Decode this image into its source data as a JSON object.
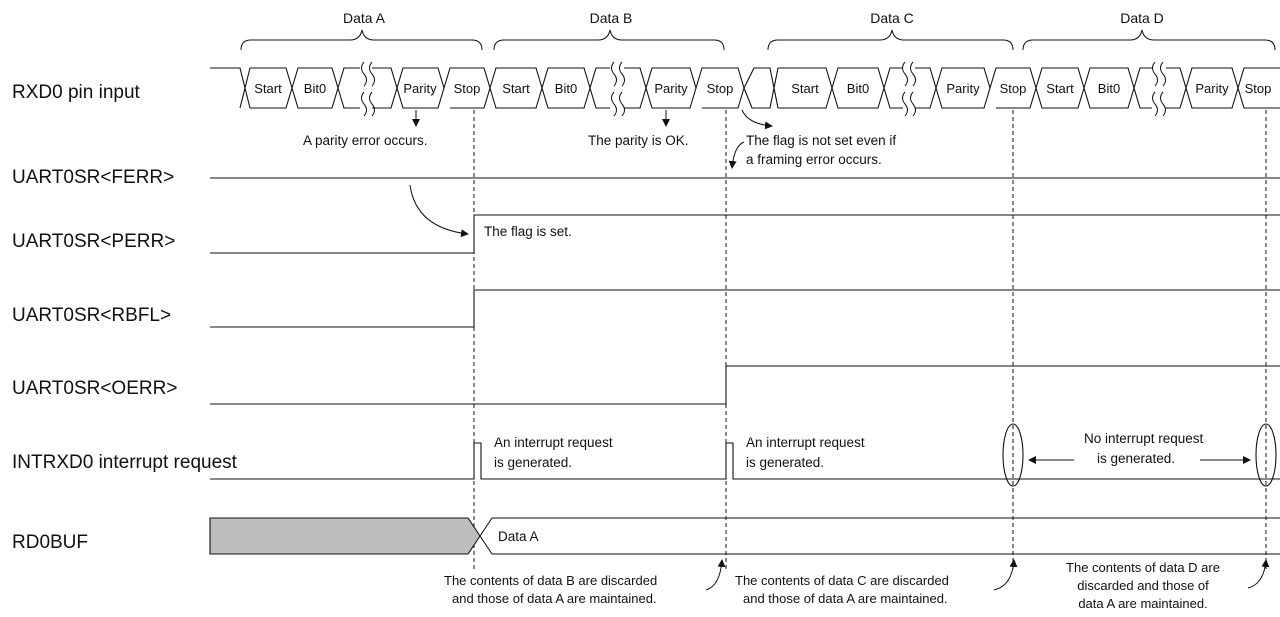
{
  "signals": {
    "rxd0": "RXD0 pin input",
    "ferr": "UART0SR<FERR>",
    "perr": "UART0SR<PERR>",
    "rbfl": "UART0SR<RBFL>",
    "oerr": "UART0SR<OERR>",
    "intrxd0": "INTRXD0 interrupt request",
    "rd0buf": "RD0BUF"
  },
  "groups": [
    "Data A",
    "Data B",
    "Data C",
    "Data D"
  ],
  "bits": {
    "start": "Start",
    "bit0": "Bit0",
    "parity": "Parity",
    "stop": "Stop"
  },
  "notes": {
    "parity_error": "A parity error occurs.",
    "parity_ok": "The parity is OK.",
    "flag_not_set_1": "The flag is not set even if",
    "flag_not_set_2": "a framing error occurs.",
    "flag_set": "The flag is set.",
    "irq_b_1": "An interrupt request",
    "irq_b_2": "is generated.",
    "irq_c_1": "An interrupt request",
    "irq_c_2": "is generated.",
    "no_irq_1": "No interrupt request",
    "no_irq_2": "is generated.",
    "buf_value": "Data A",
    "discard_b_1": "The contents of data B are discarded",
    "discard_b_2": "and those of data A are maintained.",
    "discard_c_1": "The contents of data C are discarded",
    "discard_c_2": "and those of data A are maintained.",
    "discard_d_1": "The contents of data D are",
    "discard_d_2": "discarded and those of",
    "discard_d_3": "data A are maintained."
  }
}
